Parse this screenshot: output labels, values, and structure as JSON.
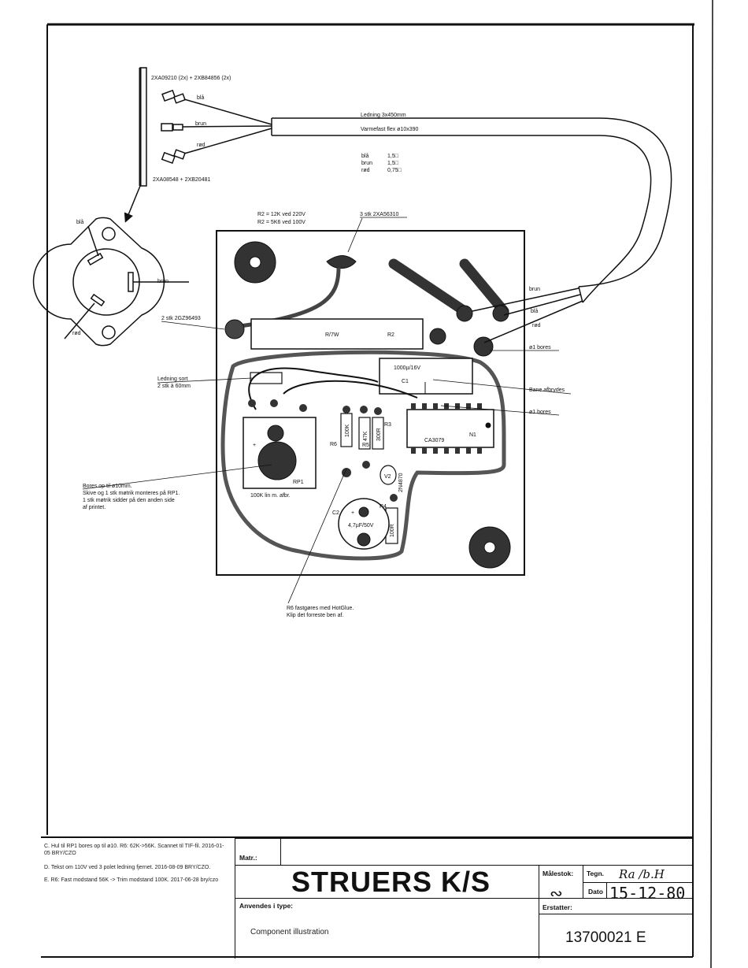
{
  "terminal_block": {
    "part_top": "2XA09210 (2x) + 2XB84856 (2x)",
    "part_bottom": "2XA08548 + 2XB20481",
    "wire_bla": "blå",
    "wire_brun": "brun",
    "wire_rod": "rød"
  },
  "cable": {
    "label_1": "Ledning 3x450mm",
    "label_2": "Varmefast flex ø10x390",
    "spec": [
      {
        "color": "blå",
        "size": "1,5□"
      },
      {
        "color": "brun",
        "size": "1,5□"
      },
      {
        "color": "rød",
        "size": "0,75□"
      }
    ]
  },
  "connector": {
    "bla": "blå",
    "brun": "brun",
    "rod": "rød"
  },
  "pcb": {
    "r2_note_1": "R2 = 12K ved 220V",
    "r2_note_2": "R2 = 5K6 ved 100V",
    "screws": "3 stk 2XA56310",
    "standoffs": "2 stk 2GZ96493",
    "resistor_rating": "R/7W",
    "r2": "R2",
    "cap_c1_value": "1000µ/16V",
    "c1": "C1",
    "wire_label_1": "Ledning sort",
    "wire_label_2": "2 stk à 60mm",
    "r1_value": "100K",
    "r6": "R6",
    "r5_value": "47K",
    "r5": "R5",
    "r3_value": "300R",
    "r3": "R3",
    "ic": "CA3079",
    "n1": "N1",
    "v2": "V2",
    "diode": "2N4870",
    "r4": "R4",
    "r4_value": "100R",
    "c2": "C2",
    "c2_value": "4,7µF/50V",
    "rp1": "RP1",
    "pot_plus": "+",
    "pot_label": "100K lin m. afbr.",
    "right_brun": "brun",
    "right_bla": "blå",
    "right_rod": "rød",
    "drill_1": "ø1 bores",
    "trace_cut": "Bane afbrydes",
    "drill_2": "ø1 bores",
    "c2_plus": "+"
  },
  "notes": {
    "drill_note_1": "Bores op til ø10mm.",
    "drill_note_2": "Skive og 1 stk møtrik monteres på RP1.",
    "drill_note_3": "1 stk møtrik sidder på den anden side",
    "drill_note_4": "af printet.",
    "r6_note_1": "R6 fastgøres med HotGlue.",
    "r6_note_2": "Klip det forreste ben af."
  },
  "title_block": {
    "revisions": [
      "C. Hul til RP1 bores op til ø10. R6: 62K->56K. Scannet til TIF-fil. 2016-01-05 BRY/CZO",
      "D. Tekst om 110V ved 3 polet ledning fjernet. 2016-08-09 BRY/CZO.",
      "E. R6: Fast modstand 56K -> Trim modstand 100K. 2017-06-28 bry/czo"
    ],
    "matr_label": "Matr.:",
    "company": "STRUERS K/S",
    "scale_label": "Målestok:",
    "scale_value": "∾",
    "drawn_label": "Tegn.",
    "drawn_value": "Ra /b.H",
    "date_label": "Dato",
    "date_value": "15-12-80",
    "used_in_label": "Anvendes i type:",
    "replaces_label": "Erstatter:",
    "description": "Component illustration",
    "drawing_number": "13700021 E"
  }
}
